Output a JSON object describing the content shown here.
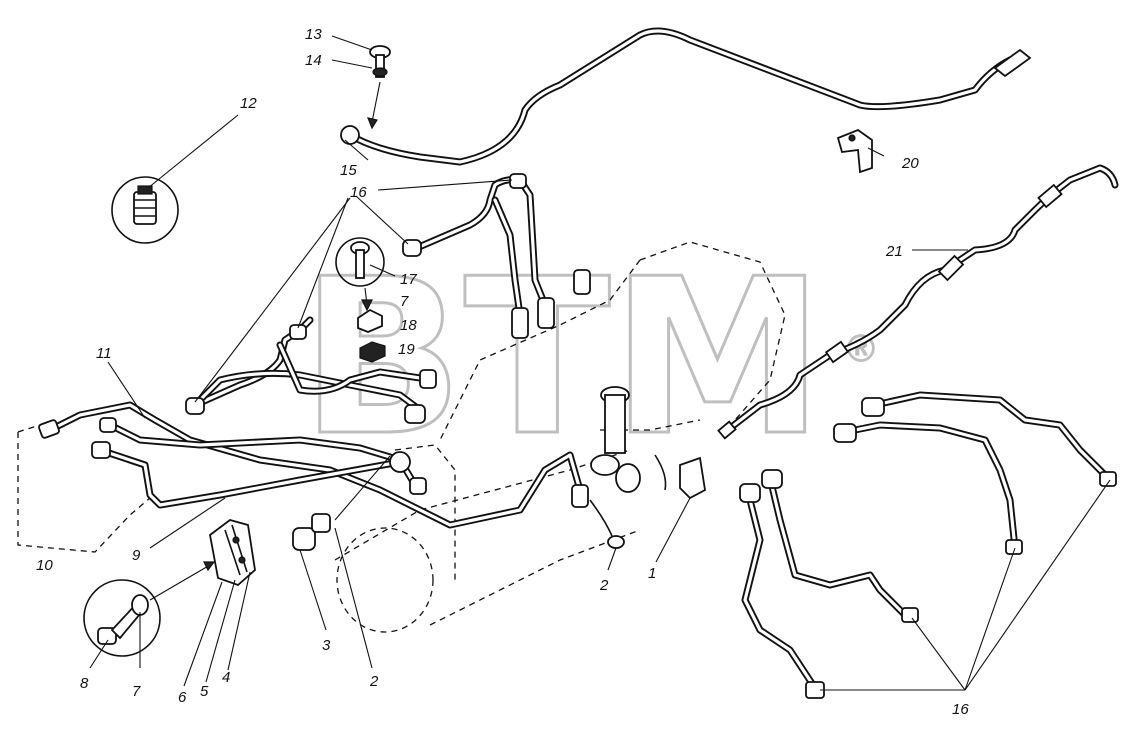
{
  "watermark": {
    "text": "BTM",
    "mark": "®"
  },
  "labels": [
    {
      "id": "l13",
      "text": "13"
    },
    {
      "id": "l14",
      "text": "14"
    },
    {
      "id": "l12",
      "text": "12"
    },
    {
      "id": "l15",
      "text": "15"
    },
    {
      "id": "l16a",
      "text": "16"
    },
    {
      "id": "l17",
      "text": "17"
    },
    {
      "id": "l7a",
      "text": "7"
    },
    {
      "id": "l18",
      "text": "18"
    },
    {
      "id": "l19",
      "text": "19"
    },
    {
      "id": "l20",
      "text": "20"
    },
    {
      "id": "l21",
      "text": "21"
    },
    {
      "id": "l11",
      "text": "11"
    },
    {
      "id": "l10",
      "text": "10"
    },
    {
      "id": "l9",
      "text": "9"
    },
    {
      "id": "l3",
      "text": "3"
    },
    {
      "id": "l2a",
      "text": "2"
    },
    {
      "id": "l2b",
      "text": "2"
    },
    {
      "id": "l1",
      "text": "1"
    },
    {
      "id": "l8",
      "text": "8"
    },
    {
      "id": "l7b",
      "text": "7"
    },
    {
      "id": "l6",
      "text": "6"
    },
    {
      "id": "l5",
      "text": "5"
    },
    {
      "id": "l4",
      "text": "4"
    },
    {
      "id": "l16b",
      "text": "16"
    }
  ]
}
